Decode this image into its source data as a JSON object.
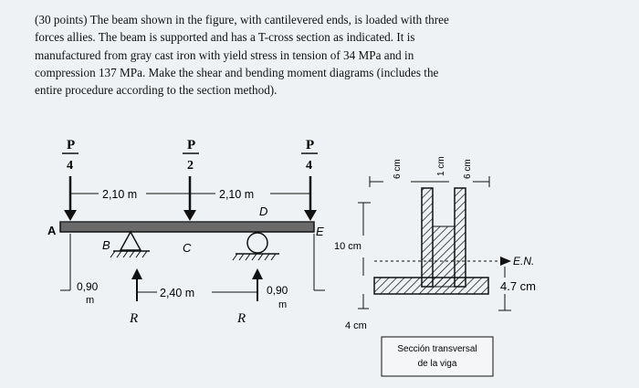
{
  "problem": {
    "lines": [
      "(30 points) The beam shown in the figure, with cantilevered ends, is loaded with three",
      "forces allies. The beam is supported and has a T-cross section as indicated. It is",
      "manufactured from gray cast iron with yield stress in tension of 34 MPa and in",
      "compression 137 MPa. Make the shear and bending moment diagrams (includes the",
      "entire procedure according to the section method)."
    ]
  },
  "beam": {
    "load_left": {
      "num": "P",
      "den": "4"
    },
    "load_mid": {
      "num": "P",
      "den": "2"
    },
    "load_right": {
      "num": "P",
      "den": "4"
    },
    "dim_top_left": "2,10 m",
    "dim_top_right": "2,10 m",
    "point_a": "A",
    "point_b": "B",
    "point_c": "C",
    "point_d": "D",
    "point_e": "E",
    "dim_bottom_left_value": "0,90",
    "dim_bottom_left_unit": "m",
    "dim_bottom_mid": "2,40 m",
    "dim_bottom_right_value": "0,90",
    "dim_bottom_right_unit": "m",
    "reaction_left": "R",
    "reaction_right": "R"
  },
  "section": {
    "dim_top_1": "6 cm",
    "dim_top_2": "1 cm",
    "dim_top_3": "6 cm",
    "flange_height": "10 cm",
    "neutral_axis": "E.N.",
    "na_distance": "4.7 cm",
    "web_width": "4 cm",
    "caption_line1": "Sección transversal",
    "caption_line2": "de la viga"
  },
  "colors": {
    "background": "#eef2f4",
    "ink": "#111111",
    "beam_fill": "#6a6a6a"
  }
}
